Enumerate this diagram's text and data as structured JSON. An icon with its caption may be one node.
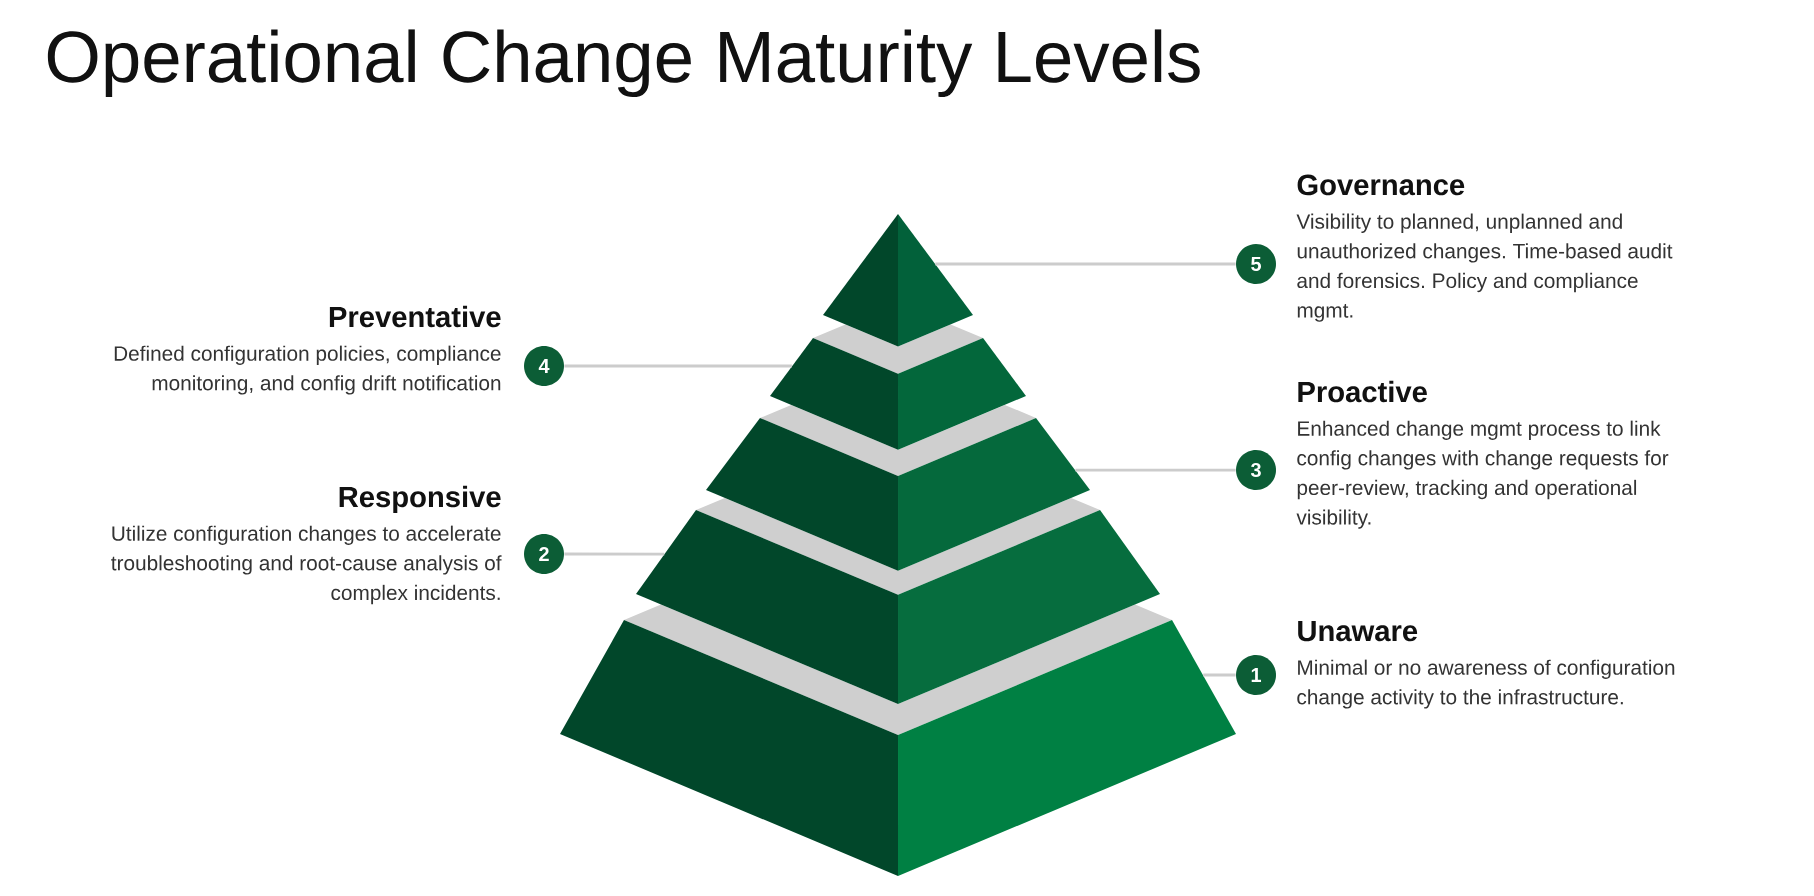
{
  "diagram": {
    "title": "Operational Change Maturity Levels",
    "nodes": [
      {
        "text": [],
        "shape": "triangle"
      },
      {
        "text": [],
        "shape": "trapezoid"
      },
      {
        "text": [],
        "shape": "trapezoid"
      },
      {
        "text": [],
        "shape": "trapezoid"
      },
      {
        "text": [],
        "shape": "trapezoid"
      },
      {
        "text": [
          "5"
        ],
        "beside": [
          "Governance",
          "Visibility to planned, unplanned and unauthorized changes. Time-based audit and forensics. Policy and compliance mgmt."
        ]
      },
      {
        "text": [
          "4"
        ],
        "beside": [
          "Preventative",
          "Defined configuration policies, compliance monitoring, and config drift notification"
        ]
      },
      {
        "text": [
          "3"
        ],
        "beside": [
          "Proactive",
          "Enhanced change mgmt process to link config changes with change requests for peer-review, tracking and operational visibility."
        ]
      },
      {
        "text": [
          "2"
        ],
        "beside": [
          "Responsive",
          "Utilize configuration changes to accelerate troubleshooting and root-cause analysis of complex incidents."
        ]
      },
      {
        "text": [
          "1"
        ],
        "beside": [
          "Unaware",
          "Minimal or no awareness of configuration change activity to the infrastructure."
        ]
      }
    ],
    "edges": [
      {
        "from": 5,
        "to": 0,
        "arrow": "none"
      },
      {
        "from": 6,
        "to": 1,
        "arrow": "none"
      },
      {
        "from": 7,
        "to": 2,
        "arrow": "none"
      },
      {
        "from": 8,
        "to": 3,
        "arrow": "none"
      },
      {
        "from": 9,
        "to": 4,
        "arrow": "none"
      }
    ]
  }
}
